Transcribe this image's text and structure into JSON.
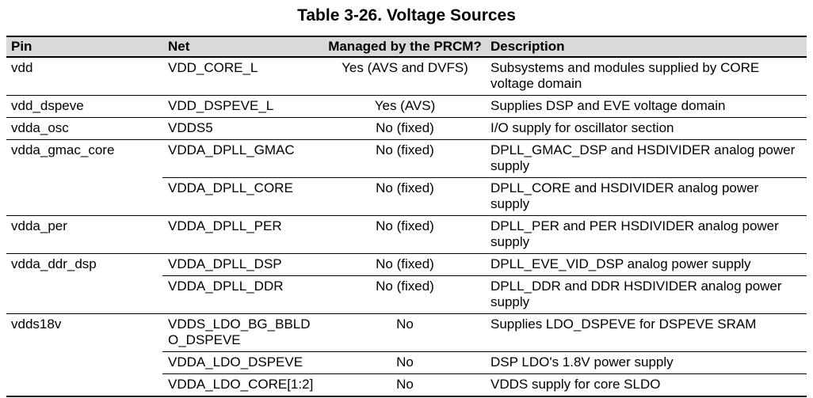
{
  "title": "Table 3-26. Voltage Sources",
  "colors": {
    "header_bg": "#d9d9d9",
    "border": "#000000",
    "text": "#000000",
    "page_bg": "#ffffff"
  },
  "table": {
    "columns": [
      "Pin",
      "Net",
      "Managed by the PRCM?",
      "Description"
    ],
    "groups": [
      {
        "pin": "vdd",
        "rows": [
          {
            "net": "VDD_CORE_L",
            "prcm": "Yes (AVS and DVFS)",
            "description": "Subsystems and modules supplied by CORE voltage domain"
          }
        ]
      },
      {
        "pin": "vdd_dspeve",
        "rows": [
          {
            "net": "VDD_DSPEVE_L",
            "prcm": "Yes (AVS)",
            "description": "Supplies DSP and EVE voltage domain"
          }
        ]
      },
      {
        "pin": "vdda_osc",
        "rows": [
          {
            "net": "VDDS5",
            "prcm": "No (fixed)",
            "description": "I/O supply for oscillator section"
          }
        ]
      },
      {
        "pin": "vdda_gmac_core",
        "rows": [
          {
            "net": "VDDA_DPLL_GMAC",
            "prcm": "No (fixed)",
            "description": "DPLL_GMAC_DSP and HSDIVIDER analog power supply"
          },
          {
            "net": "VDDA_DPLL_CORE",
            "prcm": "No (fixed)",
            "description": "DPLL_CORE and HSDIVIDER analog power supply"
          }
        ]
      },
      {
        "pin": "vdda_per",
        "rows": [
          {
            "net": "VDDA_DPLL_PER",
            "prcm": "No (fixed)",
            "description": "DPLL_PER and PER HSDIVIDER analog power supply"
          }
        ]
      },
      {
        "pin": "vdda_ddr_dsp",
        "rows": [
          {
            "net": "VDDA_DPLL_DSP",
            "prcm": "No (fixed)",
            "description": "DPLL_EVE_VID_DSP analog power supply"
          },
          {
            "net": "VDDA_DPLL_DDR",
            "prcm": "No (fixed)",
            "description": "DPLL_DDR and DDR HSDIVIDER analog power supply"
          }
        ]
      },
      {
        "pin": "vdds18v",
        "rows": [
          {
            "net": "VDDS_LDO_BG_BBLDO_DSPEVE",
            "prcm": "No",
            "description": "Supplies LDO_DSPEVE for DSPEVE SRAM"
          },
          {
            "net": "VDDA_LDO_DSPEVE",
            "prcm": "No",
            "description": "DSP LDO's 1.8V power supply"
          },
          {
            "net": "VDDA_LDO_CORE[1:2]",
            "prcm": "No",
            "description": "VDDS supply for core SLDO"
          }
        ]
      }
    ]
  }
}
